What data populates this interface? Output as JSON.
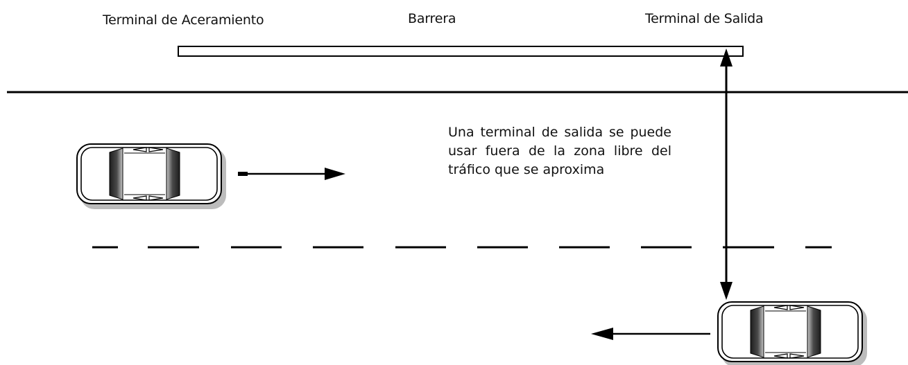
{
  "labels": {
    "approach_terminal": "Terminal de Aceramiento",
    "barrier": "Barrera",
    "exit_terminal": "Terminal de Salida"
  },
  "note": "Una terminal de salida se puede usar fuera de la zona libre del tráfico que se aproxima",
  "icons": {
    "car": "car-topview-icon",
    "arrow_right": "arrow-right-icon",
    "arrow_left": "arrow-left-icon",
    "arrow_double": "double-arrow-icon"
  },
  "colors": {
    "line": "#000000",
    "car_window_dark": "#2a2a2a",
    "car_window_light": "#bdbdbd",
    "car_shadow": "#9a9a9a"
  }
}
